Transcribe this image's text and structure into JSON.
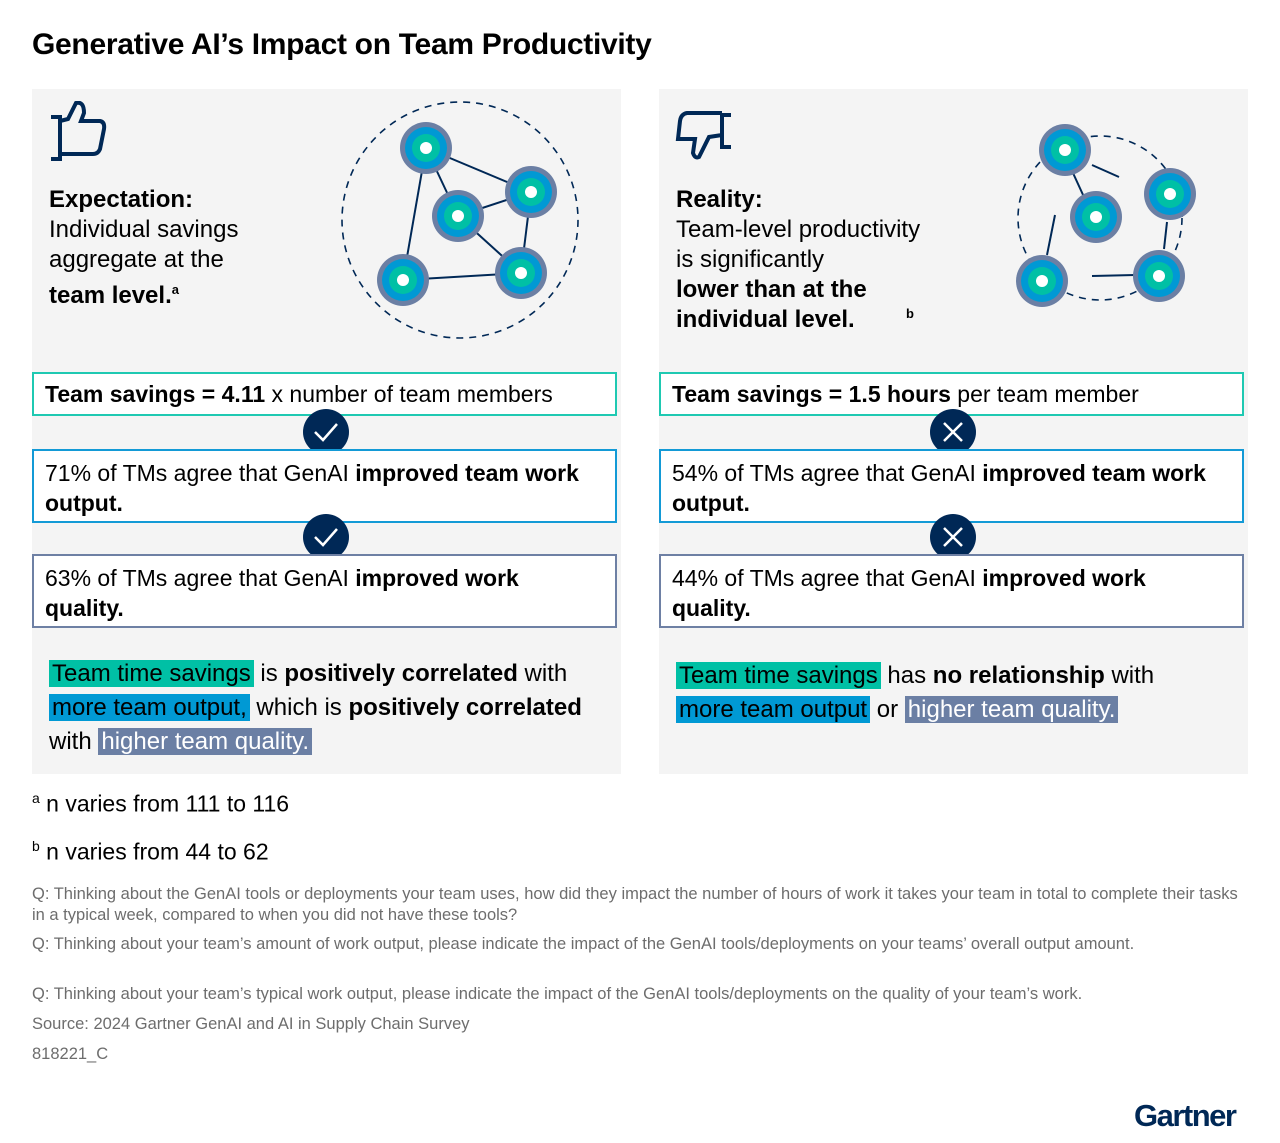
{
  "title": "Generative AI’s Impact on Team Productivity",
  "left": {
    "icon": "thumbs-up-icon",
    "heading_bold": "Expectation:",
    "heading_lines": [
      "Individual savings",
      "aggregate at the"
    ],
    "heading_end_bold": "team level.",
    "heading_sup": "a",
    "box1": {
      "bold": "Team savings = 4.11",
      "rest": " x number of team members"
    },
    "box2": {
      "pre": "71% of TMs agree that GenAI ",
      "bold": "improved team work output."
    },
    "box3": {
      "pre": "63% of TMs agree that GenAI ",
      "bold": "improved work quality."
    },
    "mark_icon": "check-icon",
    "summary": {
      "h1": "Team time savings",
      "t1": " is ",
      "b1": "positively correlated",
      "t2": " with ",
      "h2": "more team output,",
      "t3": " which is ",
      "b2": "positively correlated",
      "t4": " with ",
      "h3": "higher team quality."
    }
  },
  "right": {
    "icon": "thumbs-down-icon",
    "heading_bold": "Reality:",
    "heading_lines": [
      "Team-level productivity",
      "is significantly"
    ],
    "heading_end_bold": "lower than at the individual level.",
    "heading_sup": "b",
    "box1": {
      "bold": "Team savings = 1.5 hours",
      "rest": " per team member"
    },
    "box2": {
      "pre": "54% of TMs agree that GenAI ",
      "bold": "improved team work output."
    },
    "box3": {
      "pre": "44% of TMs agree that GenAI ",
      "bold": "improved work quality."
    },
    "mark_icon": "x-icon",
    "summary": {
      "h1": "Team time savings",
      "t1": " has ",
      "b1": "no relationship",
      "t2": " with ",
      "h2": "more team output",
      "t3": " or ",
      "h3": "higher team quality."
    }
  },
  "footnotes": [
    {
      "sup": "a",
      "text": " n varies from 111 to 116"
    },
    {
      "sup": "b",
      "text": " n varies from 44 to 62"
    }
  ],
  "questions": [
    "Q: Thinking about the GenAI tools or deployments your team uses, how did they impact the number of hours of work it takes your team in total to complete their tasks in a typical week, compared to when you did not have these tools?",
    "Q: Thinking about your team’s amount of work output, please indicate the impact of the GenAI tools/deployments on your teams’ overall output amount.",
    "Q: Thinking about your team’s typical work output, please indicate the impact of the GenAI tools/deployments on the quality of your team’s work."
  ],
  "source": "Source: 2024 Gartner GenAI and AI in Supply Chain Survey",
  "code": "818221_C",
  "logo": "Gartner",
  "colors": {
    "navy": "#002856",
    "teal": "#00c0a5",
    "blue": "#0099d4",
    "slate": "#6b7fa4"
  }
}
